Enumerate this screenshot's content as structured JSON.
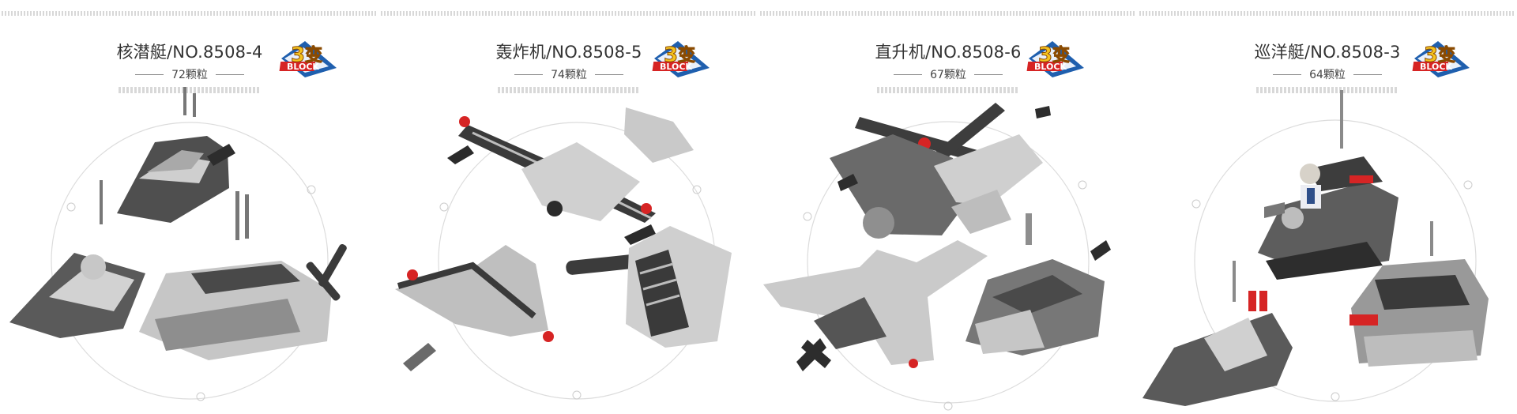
{
  "panels": [
    {
      "title": "核潜艇/NO.8508-4",
      "count": "72颗粒",
      "logo": {
        "number": "3",
        "char": "变",
        "word": "BLOCK"
      }
    },
    {
      "title": "轰炸机/NO.8508-5",
      "count": "74颗粒",
      "logo": {
        "number": "3",
        "char": "变",
        "word": "BLOCK"
      }
    },
    {
      "title": "直升机/NO.8508-6",
      "count": "67颗粒",
      "logo": {
        "number": "3",
        "char": "变",
        "word": "BLOCK"
      }
    },
    {
      "title": "巡洋艇/NO.8508-3",
      "count": "64颗粒",
      "logo": {
        "number": "3",
        "char": "变",
        "word": "BLOCK"
      }
    }
  ],
  "colors": {
    "accent_red": "#d62424",
    "logo_blue": "#1f5fae",
    "logo_gold": "#f4c21f"
  },
  "icons": [
    "submarine-model",
    "boat-model",
    "plane-model",
    "helicopter-model",
    "cannon-model",
    "minifigure"
  ]
}
